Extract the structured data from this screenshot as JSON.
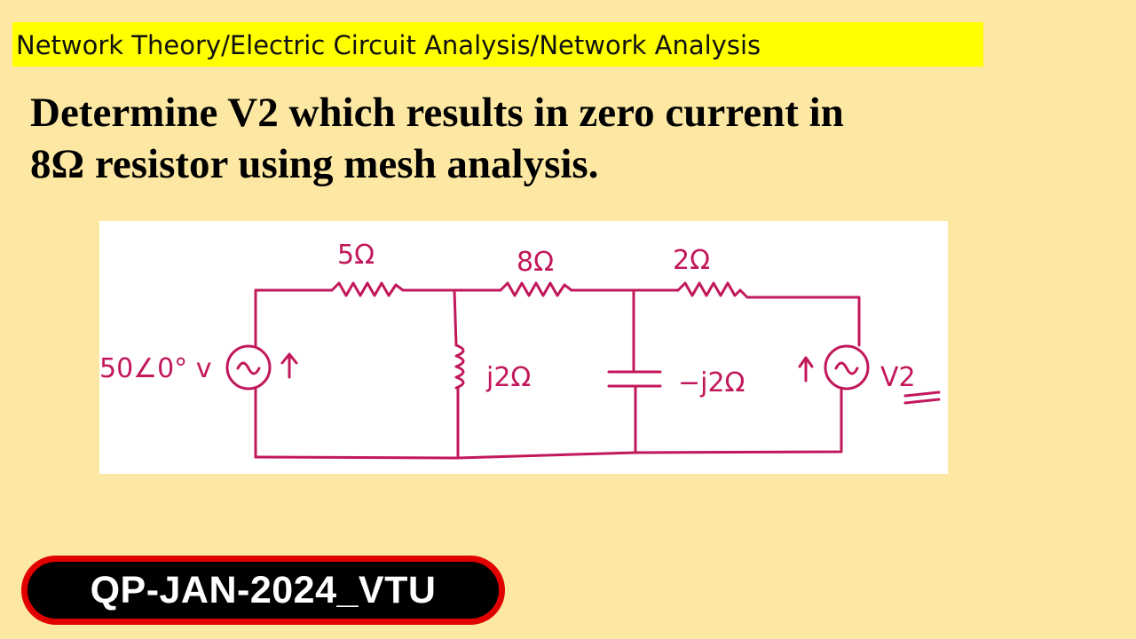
{
  "topic": "Network Theory/Electric Circuit Analysis/Network Analysis",
  "question": {
    "line1": "Determine V2 which results in zero current in",
    "line2": "8Ω resistor using mesh analysis."
  },
  "circuit": {
    "source_left_label": "50∠0° v",
    "r1_label": "5Ω",
    "r2_label": "8Ω",
    "r3_label": "2Ω",
    "inductor_label": "j2Ω",
    "capacitor_label": "−j2Ω",
    "source_right_label": "V2"
  },
  "badge": "QP-JAN-2024_VTU",
  "colors": {
    "background": "#fde8a3",
    "banner": "#ffff00",
    "ink": "#c2185b",
    "badge_border": "#e10000"
  }
}
